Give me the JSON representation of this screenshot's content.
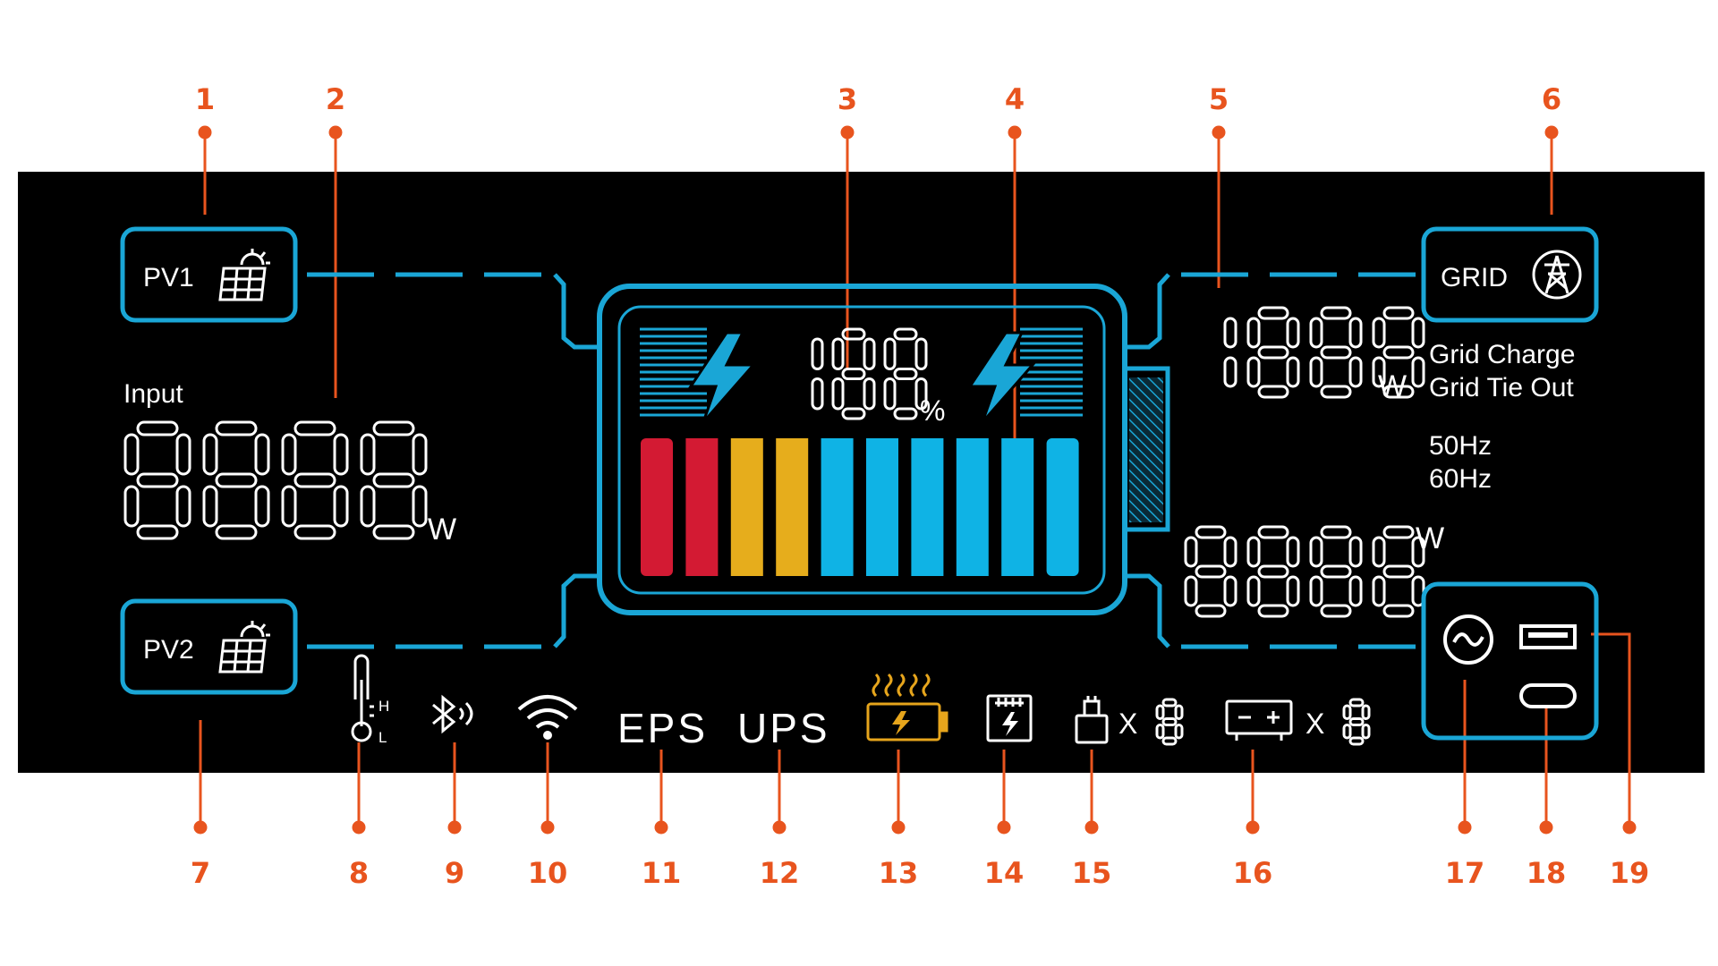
{
  "colors": {
    "background": "#000000",
    "accent": "#1aa6d6",
    "callout": "#e8541e",
    "bar_red": "#d31a33",
    "bar_yellow": "#e6ad1c",
    "bar_blue": "#0fb3e5",
    "heating_icon": "#e6a51c",
    "text": "#ffffff"
  },
  "callouts": [
    "1",
    "2",
    "3",
    "4",
    "5",
    "6",
    "7",
    "8",
    "9",
    "10",
    "11",
    "12",
    "13",
    "14",
    "15",
    "16",
    "17",
    "18",
    "19"
  ],
  "panels": {
    "pv1": {
      "label": "PV1",
      "icon": "solar-panel-icon"
    },
    "pv2": {
      "label": "PV2",
      "icon": "solar-panel-icon"
    },
    "grid": {
      "label": "GRID",
      "icon": "power-tower-icon"
    }
  },
  "input": {
    "label": "Input",
    "digits": "8888",
    "unit": "W"
  },
  "battery": {
    "percent_digits": "188",
    "percent_unit": "%",
    "segments": [
      "red",
      "red",
      "yellow",
      "yellow",
      "blue",
      "blue",
      "blue",
      "blue",
      "blue",
      "blue"
    ]
  },
  "grid_readout": {
    "digits": "1888",
    "unit": "W",
    "mode1": "Grid Charge",
    "mode2": "Grid Tie Out",
    "freq1": "50Hz",
    "freq2": "60Hz"
  },
  "output_readout": {
    "digits": "8888",
    "unit": "W"
  },
  "status_icons": {
    "temp_high": "H",
    "temp_low": "L",
    "eps": "EPS",
    "ups": "UPS",
    "parallel_multiplier": "X",
    "parallel_digit": "8",
    "battery_multiplier": "X",
    "battery_digit": "8"
  }
}
